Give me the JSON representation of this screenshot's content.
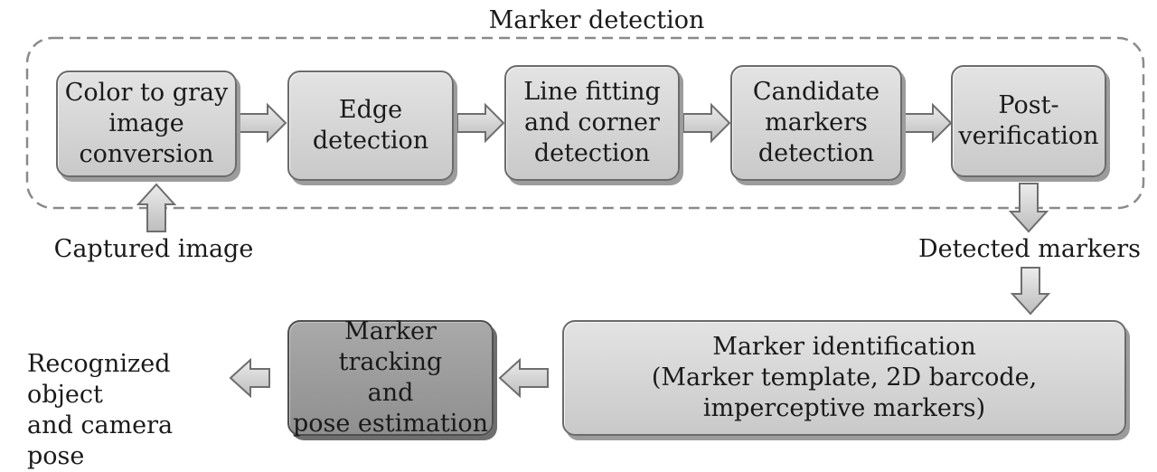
{
  "group": {
    "title": "Marker detection"
  },
  "steps": {
    "color_to_gray": "Color to gray\nimage\nconversion",
    "edge_detection": "Edge\ndetection",
    "line_fitting": "Line fitting\nand corner\ndetection",
    "candidate_markers": "Candidate\nmarkers\ndetection",
    "post_verification": "Post-\nverification",
    "marker_identification": "Marker identification\n(Marker template, 2D barcode,\nimperceptive markers)",
    "marker_tracking": "Marker tracking\nand\npose estimation"
  },
  "labels": {
    "captured_image": "Captured image",
    "detected_markers": "Detected markers",
    "output": "Recognized object\nand camera pose"
  },
  "colors": {
    "box_light": "#d6d6d6",
    "box_dark": "#9c9c9c",
    "arrow_fill": "#d0d0d0",
    "dashed_border": "#8a8a8a"
  }
}
